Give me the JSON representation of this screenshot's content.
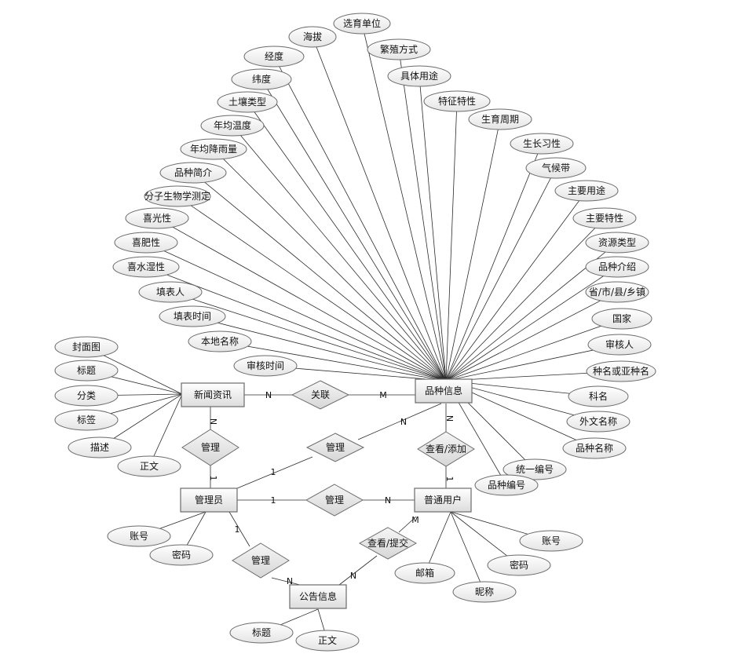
{
  "entities": {
    "news": "新闻资讯",
    "breed": "品种信息",
    "admin": "管理员",
    "user": "普通用户",
    "notice": "公告信息"
  },
  "relationships": {
    "link": "关联",
    "admin_news": "管理",
    "admin_breed": "管理",
    "user_breed": "查看/添加",
    "admin_user": "管理",
    "admin_notice": "管理",
    "user_notice": "查看/提交"
  },
  "cardinalities": {
    "news_link": "N",
    "link_breed": "M",
    "news_mgmt": "N",
    "mgmt_admin_news": "1",
    "admin_mgmt_breed": "1",
    "mgmt_breed": "N",
    "breed_view": "N",
    "view_user": "1",
    "admin_mgmt_user": "1",
    "mgmt_user": "N",
    "admin_mgmt_notice": "1",
    "mgmt_notice": "N",
    "user_submit": "M",
    "submit_notice": "N"
  },
  "attributes": {
    "breed": [
      "选育单位",
      "海拔",
      "繁殖方式",
      "经度",
      "具体用途",
      "纬度",
      "特征特性",
      "土壤类型",
      "生育周期",
      "年均温度",
      "生长习性",
      "年均降雨量",
      "气候带",
      "品种简介",
      "主要用途",
      "分子生物学测定",
      "主要特性",
      "喜光性",
      "资源类型",
      "喜肥性",
      "品种介绍",
      "喜水湿性",
      "省/市/县/乡镇",
      "填表人",
      "国家",
      "填表时间",
      "审核人",
      "本地名称",
      "审核时间",
      "种名或亚种名",
      "科名",
      "外文名称",
      "品种名称",
      "统一编号",
      "品种编号"
    ],
    "news": [
      "封面图",
      "标题",
      "分类",
      "标签",
      "描述",
      "正文"
    ],
    "admin": [
      "账号",
      "密码"
    ],
    "user": [
      "账号",
      "密码",
      "昵称",
      "邮箱"
    ],
    "notice": [
      "标题",
      "正文"
    ]
  }
}
